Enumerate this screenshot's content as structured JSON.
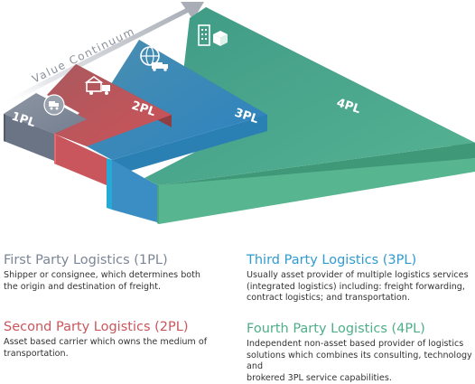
{
  "diagram": {
    "arrow_label": "Value Continuum",
    "colors": {
      "1pl": "#7b8696",
      "2pl": "#c9565c",
      "3pl": "#2f8fc2",
      "4pl": "#4fae8a"
    },
    "tiers": [
      {
        "label": "1PL",
        "icon": "package-truck-icon"
      },
      {
        "label": "2PL",
        "icon": "delivery-truck-icon"
      },
      {
        "label": "3PL",
        "icon": "globe-truck-icon"
      },
      {
        "label": "4PL",
        "icon": "building-package-icon"
      }
    ]
  },
  "descriptions": [
    {
      "title": "First Party Logistics (1PL)",
      "lines": [
        "Shipper or consignee, which determines both",
        "the origin and destination of freight."
      ]
    },
    {
      "title": "Second Party Logistics (2PL)",
      "lines": [
        "Asset based carrier which owns the medium of",
        "transportation."
      ]
    },
    {
      "title": "Third Party Logistics (3PL)",
      "lines": [
        "Usually asset provider of multiple logistics services",
        "(integrated logistics) including: freight forwarding,",
        "contract logistics; and transportation."
      ]
    },
    {
      "title": "Fourth Party Logistics (4PL)",
      "lines": [
        "Independent non-asset based provider of logistics",
        "solutions which combines its consulting, technology and",
        "brokered 3PL service capabilities."
      ]
    }
  ]
}
